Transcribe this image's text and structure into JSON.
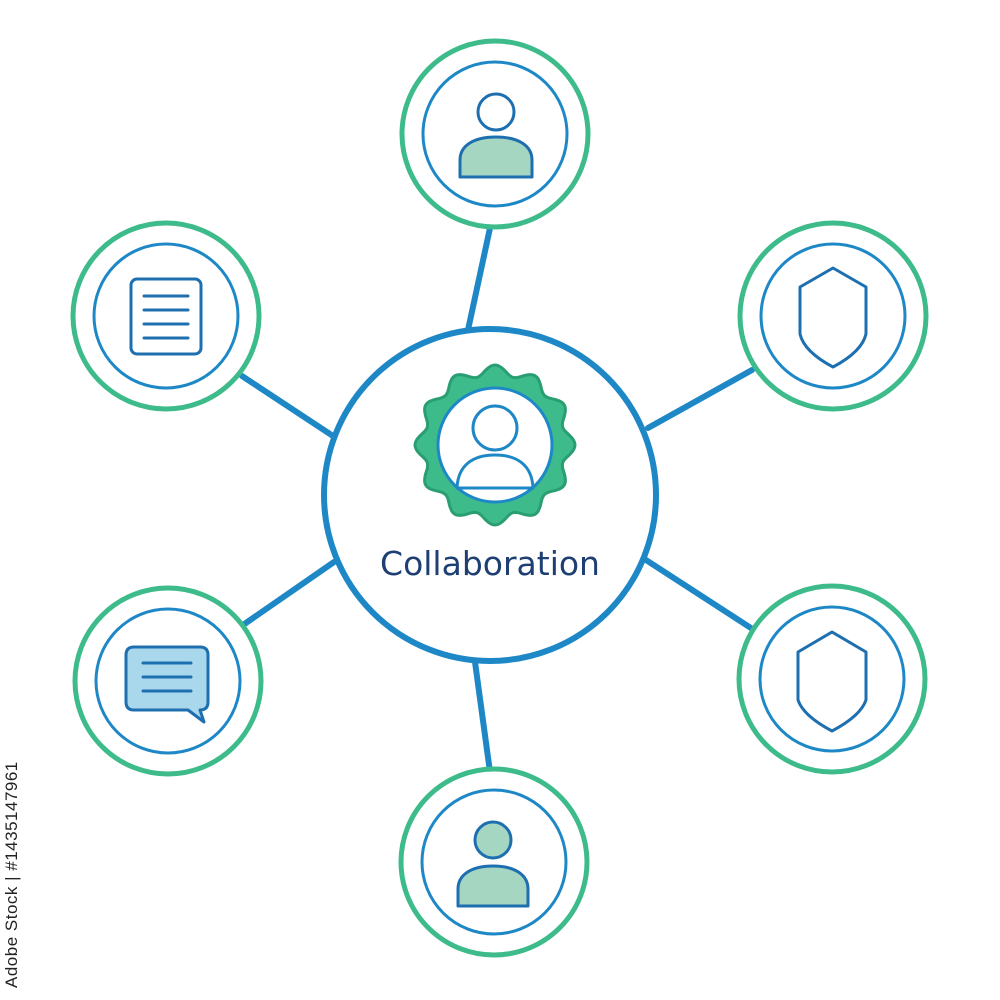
{
  "hub": {
    "label": "Collaboration",
    "icon": "user-gear-icon"
  },
  "nodes": [
    {
      "id": "top",
      "icon": "user-icon"
    },
    {
      "id": "upper-right",
      "icon": "shield-icon"
    },
    {
      "id": "lower-right",
      "icon": "shield-icon"
    },
    {
      "id": "bottom",
      "icon": "user-icon"
    },
    {
      "id": "lower-left",
      "icon": "chat-bubble-icon"
    },
    {
      "id": "upper-left",
      "icon": "document-icon"
    }
  ],
  "watermark": {
    "stock_id": "Adobe Stock | #1435147961"
  },
  "colors": {
    "blue": "#1e88c7",
    "green": "#3dbb8a",
    "dark_text": "#1e3f74",
    "light_green_fill": "#a5d6c2",
    "light_blue_fill": "#a9d7ec",
    "background": "#ffffff"
  }
}
